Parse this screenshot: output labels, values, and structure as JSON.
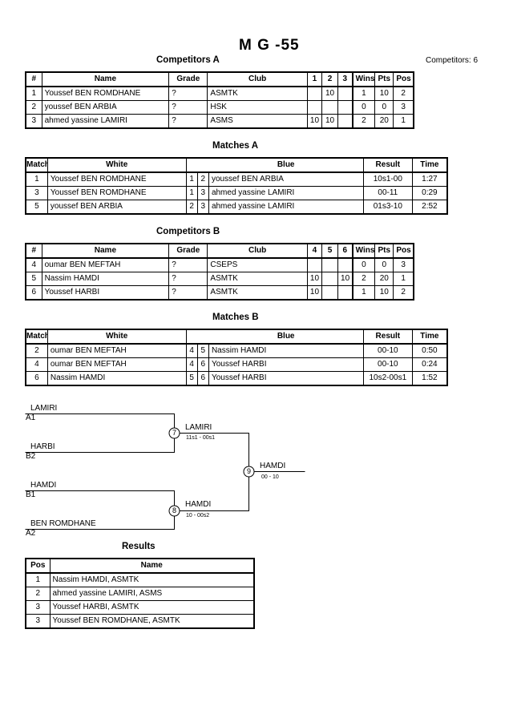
{
  "title": "M G -55",
  "competitors_count": "Competitors: 6",
  "competitors_a": {
    "heading": "Competitors A",
    "headers": [
      "#",
      "Name",
      "Grade",
      "Club",
      "1",
      "2",
      "3",
      "Wins",
      "Pts",
      "Pos"
    ],
    "rows": [
      [
        "1",
        "Youssef BEN ROMDHANE",
        "?",
        "ASMTK",
        "",
        "10",
        "",
        "1",
        "10",
        "2"
      ],
      [
        "2",
        "youssef BEN ARBIA",
        "?",
        "HSK",
        "",
        "",
        "",
        "0",
        "0",
        "3"
      ],
      [
        "3",
        "ahmed yassine LAMIRI",
        "?",
        "ASMS",
        "10",
        "10",
        "",
        "2",
        "20",
        "1"
      ]
    ]
  },
  "matches_a": {
    "heading": "Matches A",
    "headers": [
      "Match",
      "White",
      "",
      "",
      "Blue",
      "Result",
      "Time"
    ],
    "rows": [
      [
        "1",
        "Youssef BEN ROMDHANE",
        "1",
        "2",
        "youssef BEN ARBIA",
        "10s1-00",
        "1:27"
      ],
      [
        "3",
        "Youssef BEN ROMDHANE",
        "1",
        "3",
        "ahmed yassine LAMIRI",
        "00-11",
        "0:29"
      ],
      [
        "5",
        "youssef BEN ARBIA",
        "2",
        "3",
        "ahmed yassine LAMIRI",
        "01s3-10",
        "2:52"
      ]
    ]
  },
  "competitors_b": {
    "heading": "Competitors B",
    "headers": [
      "#",
      "Name",
      "Grade",
      "Club",
      "4",
      "5",
      "6",
      "Wins",
      "Pts",
      "Pos"
    ],
    "rows": [
      [
        "4",
        "oumar BEN MEFTAH",
        "?",
        "CSEPS",
        "",
        "",
        "",
        "0",
        "0",
        "3"
      ],
      [
        "5",
        "Nassim HAMDI",
        "?",
        "ASMTK",
        "10",
        "",
        "10",
        "2",
        "20",
        "1"
      ],
      [
        "6",
        "Youssef HARBI",
        "?",
        "ASMTK",
        "10",
        "",
        "",
        "1",
        "10",
        "2"
      ]
    ]
  },
  "matches_b": {
    "heading": "Matches B",
    "headers": [
      "Match",
      "White",
      "",
      "",
      "Blue",
      "Result",
      "Time"
    ],
    "rows": [
      [
        "2",
        "oumar BEN MEFTAH",
        "4",
        "5",
        "Nassim HAMDI",
        "00-10",
        "0:50"
      ],
      [
        "4",
        "oumar BEN MEFTAH",
        "4",
        "6",
        "Youssef HARBI",
        "00-10",
        "0:24"
      ],
      [
        "6",
        "Nassim HAMDI",
        "5",
        "6",
        "Youssef HARBI",
        "10s2-00s1",
        "1:52"
      ]
    ]
  },
  "bracket": {
    "slot1_name": "LAMIRI",
    "slot1_seed": "A1",
    "slot2_name": "HARBI",
    "slot2_seed": "B2",
    "slot3_name": "HAMDI",
    "slot3_seed": "B1",
    "slot4_name": "BEN ROMDHANE",
    "slot4_seed": "A2",
    "semi1_num": "7",
    "semi1_winner": "LAMIRI",
    "semi1_score": "11s1 - 00s1",
    "semi2_num": "8",
    "semi2_winner": "HAMDI",
    "semi2_score": "10 - 00s2",
    "final_num": "9",
    "final_winner": "HAMDI",
    "final_score": "00 - 10"
  },
  "results": {
    "heading": "Results",
    "headers": [
      "Pos",
      "Name"
    ],
    "rows": [
      [
        "1",
        "Nassim HAMDI, ASMTK"
      ],
      [
        "2",
        "ahmed yassine LAMIRI, ASMS"
      ],
      [
        "3",
        "Youssef HARBI, ASMTK"
      ],
      [
        "3",
        "Youssef BEN ROMDHANE, ASMTK"
      ]
    ]
  }
}
